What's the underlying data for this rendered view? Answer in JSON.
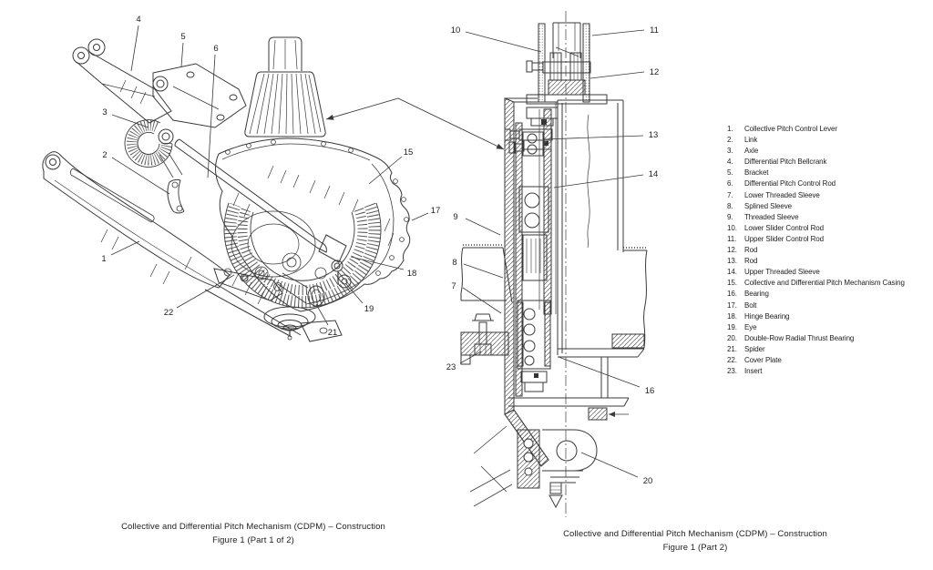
{
  "page": {
    "background": "#ffffff",
    "ink": "#3a3a3a"
  },
  "figure1": {
    "caption_line1": "Collective and Differential Pitch Mechanism (CDPM) – Construction",
    "caption_line2": "Figure 1 (Part 1 of 2)",
    "callouts": {
      "c1": "1",
      "c2": "2",
      "c3": "3",
      "c4": "4",
      "c5": "5",
      "c6": "6",
      "c15": "15",
      "c17": "17",
      "c18": "18",
      "c19": "19",
      "c21": "21",
      "c22": "22"
    }
  },
  "figure2": {
    "caption_line1": "Collective and Differential Pitch Mechanism (CDPM) – Construction",
    "caption_line2": "Figure 1 (Part 2)",
    "callouts": {
      "c7": "7",
      "c8": "8",
      "c9": "9",
      "c10": "10",
      "c11": "11",
      "c12": "12",
      "c13": "13",
      "c14": "14",
      "c16": "16",
      "c20": "20",
      "c23": "23"
    }
  },
  "parts_list": {
    "items": [
      {
        "num": "1.",
        "label": "Collective Pitch Control Lever"
      },
      {
        "num": "2.",
        "label": "Link"
      },
      {
        "num": "3.",
        "label": "Axle"
      },
      {
        "num": "4.",
        "label": "Differential Pitch Bellcrank"
      },
      {
        "num": "5.",
        "label": "Bracket"
      },
      {
        "num": "6.",
        "label": "Differential Pitch Control Rod"
      },
      {
        "num": "7.",
        "label": "Lower Threaded Sleeve"
      },
      {
        "num": "8.",
        "label": "Splined Sleeve"
      },
      {
        "num": "9.",
        "label": "Threaded Sleeve"
      },
      {
        "num": "10.",
        "label": "Lower Slider Control Rod"
      },
      {
        "num": "11.",
        "label": "Upper Slider Control Rod"
      },
      {
        "num": "12.",
        "label": "Rod"
      },
      {
        "num": "13.",
        "label": "Rod"
      },
      {
        "num": "14.",
        "label": "Upper Threaded Sleeve"
      },
      {
        "num": "15.",
        "label": "Collective and Differential Pitch Mechanism Casing"
      },
      {
        "num": "16.",
        "label": "Bearing"
      },
      {
        "num": "17.",
        "label": "Bolt"
      },
      {
        "num": "18.",
        "label": "Hinge Bearing"
      },
      {
        "num": "19.",
        "label": "Eye"
      },
      {
        "num": "20.",
        "label": "Double-Row Radial Thrust Bearing"
      },
      {
        "num": "21.",
        "label": "Spider"
      },
      {
        "num": "22.",
        "label": "Cover Plate"
      },
      {
        "num": "23.",
        "label": "Insert"
      }
    ]
  }
}
